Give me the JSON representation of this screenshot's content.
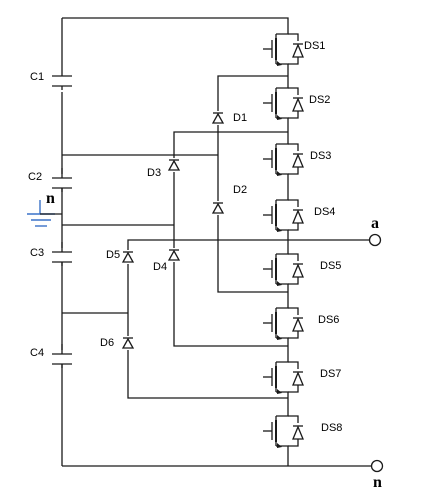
{
  "diagram": {
    "capacitors": [
      "C1",
      "C2",
      "C3",
      "C4"
    ],
    "clamp_diodes": [
      "D1",
      "D2",
      "D3",
      "D4",
      "D5",
      "D6"
    ],
    "switches": [
      "DS1",
      "DS2",
      "DS3",
      "DS4",
      "DS5",
      "DS6",
      "DS7",
      "DS8"
    ],
    "neutral_label": "n",
    "output_terminal": "a",
    "neutral_terminal": "n"
  },
  "colors": {
    "wire": "#1a1a1a",
    "ground": "#3a72c8",
    "background": "#ffffff"
  }
}
